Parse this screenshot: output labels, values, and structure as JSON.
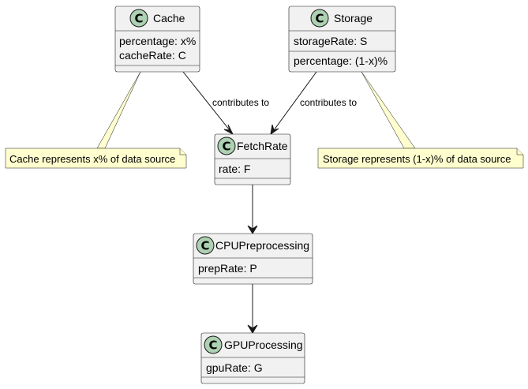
{
  "diagram": {
    "classes": {
      "cache": {
        "glyph": "C",
        "name": "Cache",
        "attrs": [
          "percentage: x%",
          "cacheRate: C"
        ]
      },
      "storage": {
        "glyph": "C",
        "name": "Storage",
        "attrs": [
          "storageRate: S"
        ],
        "attrs2": [
          "percentage: (1-x)%"
        ]
      },
      "fetchrate": {
        "glyph": "C",
        "name": "FetchRate",
        "attrs": [
          "rate: F"
        ]
      },
      "cpu": {
        "glyph": "C",
        "name": "CPUPreprocessing",
        "attrs": [
          "prepRate: P"
        ]
      },
      "gpu": {
        "glyph": "C",
        "name": "GPUProcessing",
        "attrs": [
          "gpuRate: G"
        ]
      }
    },
    "notes": {
      "cache_note": "Cache represents x% of data source",
      "storage_note": "Storage represents (1-x)% of data source"
    },
    "edges": {
      "cache_to_fetch": "contributes to",
      "storage_to_fetch": "contributes to"
    },
    "colors": {
      "class_fill": "#f1f1f1",
      "class_circle": "#add1b2",
      "note_fill": "#fefece",
      "line": "#181818"
    }
  }
}
